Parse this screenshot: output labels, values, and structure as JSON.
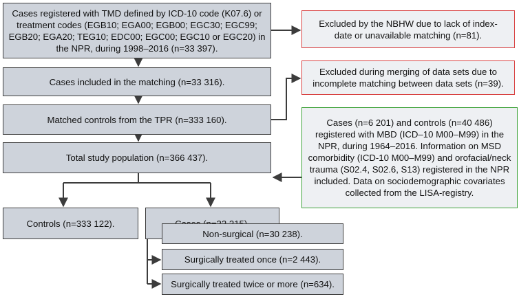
{
  "boxes": {
    "registered": "Cases registered with TMD defined by ICD-10 code (K07.6) or treatment codes (EGB10; EGA00; EGB00; EGC30; EGC99; EGB20; EGA20; TEG10; EDC00; EGC00; EGC10 or EGC20) in the NPR, during 1998–2016 (n=33 397).",
    "excluded_nbhw": "Excluded by the NBHW due to lack of index-date or unavailable matching (n=81).",
    "included_matching": "Cases included in the matching (n=33 316).",
    "excluded_merging": "Excluded during merging of data sets due to incomplete matching between data sets (n=39).",
    "matched_controls": "Matched controls from the TPR (n=333 160).",
    "covariates": "Cases (n=6 201) and controls (n=40 486) registered with MBD (ICD–10 M00–M99) in the NPR, during 1964–2016. Information on MSD comorbidity (ICD-10 M00–M99) and orofacial/neck trauma (S02.4, S02.6, S13) registered in the NPR included. Data on sociodemographic covariates collected from the LISA-registry.",
    "total_population": "Total study population (n=366 437).",
    "controls": "Controls (n=333 122).",
    "cases": "Cases (n=33 315).",
    "non_surgical": "Non-surgical (n=30 238).",
    "surgical_once": "Surgically treated once (n=2 443).",
    "surgical_twice": "Surgically treated twice or more (n=634)."
  },
  "colors": {
    "main_box_fill": "#ced3db",
    "note_box_fill": "#eef0f3",
    "exclusion_border": "#d84040",
    "inclusion_border": "#3ea23a",
    "arrow": "#3c3c3c"
  }
}
